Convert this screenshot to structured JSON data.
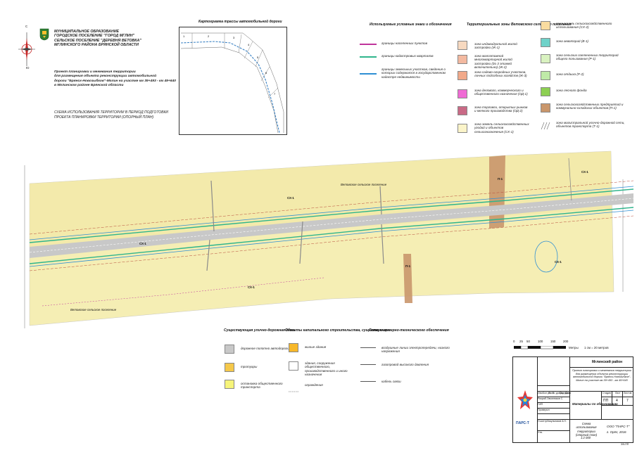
{
  "org": {
    "lines": [
      "МУНИЦИПАЛЬНОЕ ОБРАЗОВАНИЕ",
      "ГОРОДСКОЕ ПОСЕЛЕНИЕ \"ГОРОД МГЛИН\"",
      "СЕЛЬСКОЕ ПОСЕЛЕНИЕ \"ДЕРЕВНЯ ВЕТОВКА\"",
      "МГЛИНСКОГО РАЙОНА БРЯНСКОЙ ОБЛАСТИ"
    ],
    "compass_letters": {
      "north": "С",
      "south": "Ю"
    }
  },
  "project": {
    "lines": [
      "Проект планировки и межевания территории",
      "для размещения объекта реконструкции автомобильной",
      "дороги \"Брянск-Новозыбков\"-Мглин на участке км 39+493 - км 49+640",
      "в Мглинском районе Брянской области"
    ]
  },
  "scheme": {
    "lines": [
      "СХЕМА ИСПОЛЬЗОВАНИЯ ТЕРРИТОРИИ В ПЕРИОД ПОДГОТОВКИ",
      "ПРОЕКТА ПЛАНИРОВКИ ТЕРРИТОРИИ (ОПОРНЫЙ ПЛАН)"
    ]
  },
  "inset": {
    "title": "Картограмма трассы автомобильной дороги",
    "segments": [
      "1",
      "2",
      "3",
      "4",
      "5",
      "6",
      "7"
    ]
  },
  "legend_symbols": {
    "title": "Используемые условные знаки и обозначения",
    "items": [
      {
        "label": "границы населенных пунктов",
        "color": "#c0349b"
      },
      {
        "label": "границы кадастровых кварталов",
        "color": "#2fb58c"
      },
      {
        "label": "границы земельных участков, сведения о которых содержатся в государственном кадастре недвижимости",
        "color": "#2f8fd4"
      }
    ]
  },
  "legend_zones": {
    "title": "Территориальные зоны Ветовского сельского поселения",
    "items": [
      {
        "label": "зона индивидуальной жилой застройки (Ж-1)",
        "color": "#f7d9c0"
      },
      {
        "label": "зона малоэтажной многоквартирной жилой застройки (до 3 этажей включительно) (Ж-2)",
        "color": "#f3b9a0"
      },
      {
        "label": "зона садово-огородных участков, личных подсобных хозяйств (Ж-3)",
        "color": "#f1a98a"
      },
      {
        "label": "зона делового, коммерческого и общественного назначения (ОД-1)",
        "color": "#ef6bd4"
      },
      {
        "label": "зона торговли, открытых рынков и мелкого производства (ОД-2)",
        "color": "#c96a86"
      },
      {
        "label": "зона земель сельскохозяйственных угодий и объектов сельхозназначения (СХ-1)",
        "color": "#fbf4c9"
      }
    ]
  },
  "legend_zones2": {
    "items": [
      {
        "label": "зона земель сельскохозяйственного использования (СХ-2)",
        "color": "#f9dca0"
      },
      {
        "label": "зона акваторий (В-1)",
        "color": "#6fd2c9"
      },
      {
        "label": "зона сельских озелененных территорий общего пользования (Р-1)",
        "color": "#d9f2c0"
      },
      {
        "label": "зона отдыха (Р-2)",
        "color": "#bfeaa8"
      },
      {
        "label": "зона лесного фонда",
        "color": "#8dcf52"
      },
      {
        "label": "зона сельскохозяйственных предприятий и коммунально-складских объектов (П-1)",
        "color": "#c9966b"
      },
      {
        "label": "зона магистральной улично-дорожной сети, объектов транспорта (Т-1)",
        "color": "#ffffff"
      }
    ]
  },
  "map": {
    "labels": {
      "sx_a": "СХ-1",
      "sx_b": "СХ-1",
      "sx_c": "СХ-1",
      "sx_d": "СХ-1",
      "sx_e": "СХ-1",
      "p1a": "П-1",
      "p1b": "П-1",
      "settle_top": "Ветовское сельское поселение",
      "settle_bottom": "Ветовское сельское поселение"
    }
  },
  "legend_bottom": {
    "col1_title": "Существующая улично-дорожная сеть",
    "col1": [
      {
        "label": "дорожное полотно автодороги",
        "color": "#c8c8c8"
      },
      {
        "label": "тротуары",
        "color": "#f5c84a"
      },
      {
        "label": "остановка общественного транспорта",
        "color": "#f6f47a"
      }
    ],
    "col2_title": "Объекты капитального строительства, существующие",
    "col2": [
      {
        "label": "жилые здания",
        "color": "#f7b82a"
      },
      {
        "label": "здания, сооружения общественного, производственного и иного назначения",
        "color": "#ffffff"
      },
      {
        "label": "ограждения",
        "color": "#ffffff"
      }
    ],
    "col3_title": "Сети инженерно-технического обеспечения",
    "col3": [
      {
        "label": "воздушные линии электропередачи, низкого напряжения"
      },
      {
        "label": "газопровод высокого давления"
      },
      {
        "label": "кабель связи"
      }
    ]
  },
  "scale": {
    "ticks": [
      "0",
      "25",
      "50",
      "100",
      "150",
      "200"
    ],
    "unit": "Метры",
    "note": "1 см = 20 метров"
  },
  "stamp": {
    "district": "Мглинский район",
    "project_desc": "Проект планировки и межевания территории для размещения объекта реконструкции автомобильной дороги \"Брянск-Новозыбков\"-Мглин на участке км 39+493 - км 49+640",
    "section": "Материалы по обоснованию",
    "stage_h": "Стадия",
    "sheet_h": "Лист",
    "sheets_h": "Листов",
    "stage": "ПП",
    "sheet": "4",
    "sheets": "7",
    "drawing": "Схема использования территории (опорный план)",
    "scale": "1:2 000",
    "company": "ООО \"ПАРС-Т\"",
    "city": "г. Орёл, 2016",
    "logo_text": "ПАРС-Т",
    "col_heads": [
      "Изм.",
      "Кол.уч",
      "Лист",
      "№ докум.",
      "Подпись",
      "Дата"
    ],
    "roles": [
      "Разраб.",
      "ГИП",
      "Проверил",
      "Н.контр.",
      "Утв."
    ],
    "names": [
      "Овсянников С.",
      "Никульников А.Н."
    ],
    "footnote": "3/5-ПП"
  }
}
